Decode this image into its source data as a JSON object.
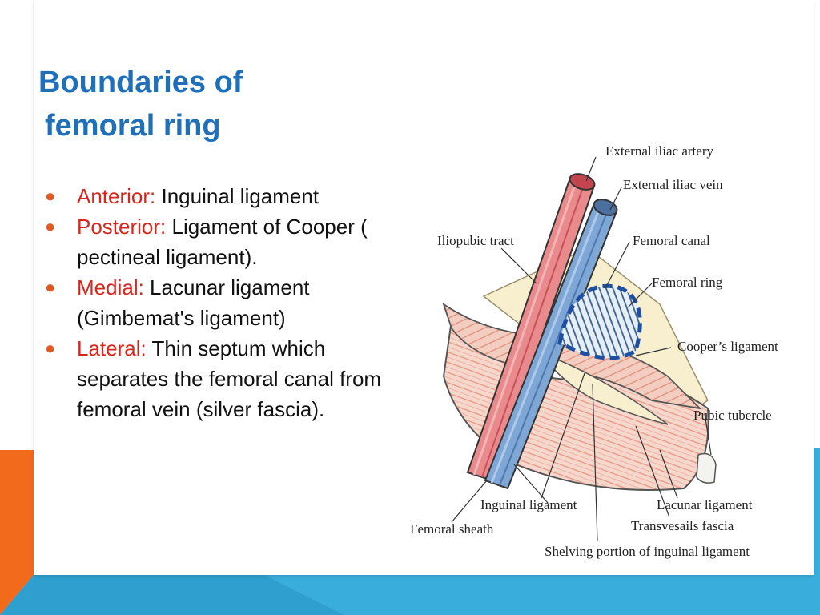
{
  "slide": {
    "title_line1": "Boundaries of",
    "title_line2": "femoral ring",
    "bullets": [
      {
        "term": "Anterior:",
        "text": " Inguinal ligament"
      },
      {
        "term": "Posterior:",
        "text": " Ligament of Cooper ( pectineal ligament)."
      },
      {
        "term": "Medial:",
        "text": " Lacunar ligament  (Gimbemat's ligament)"
      },
      {
        "term": "Lateral:",
        "text": " Thin septum which  separates the femoral canal  from femoral vein (silver fascia)."
      }
    ]
  },
  "figure": {
    "labels": {
      "external_iliac_artery": "External iliac artery",
      "external_iliac_vein": "External iliac vein",
      "iliopubic_tract": "Iliopubic tract",
      "femoral_canal": "Femoral canal",
      "femoral_ring": "Femoral ring",
      "coopers_ligament": "Cooper’s ligament",
      "pubic_tubercle": "Pubic tubercle",
      "inguinal_ligament": "Inguinal ligament",
      "lacunar_ligament": "Lacunar ligament",
      "femoral_sheath": "Femoral sheath",
      "transversalis_fascia": "Transvesails fascia",
      "shelving_portion": "Shelving portion of inguinal ligament"
    }
  },
  "colors": {
    "title": "#1f70b8",
    "term": "#d9261c",
    "bullet_dot": "#e05a20",
    "orange_accent": "#f26b1d",
    "blue_accent": "#39aedc"
  }
}
